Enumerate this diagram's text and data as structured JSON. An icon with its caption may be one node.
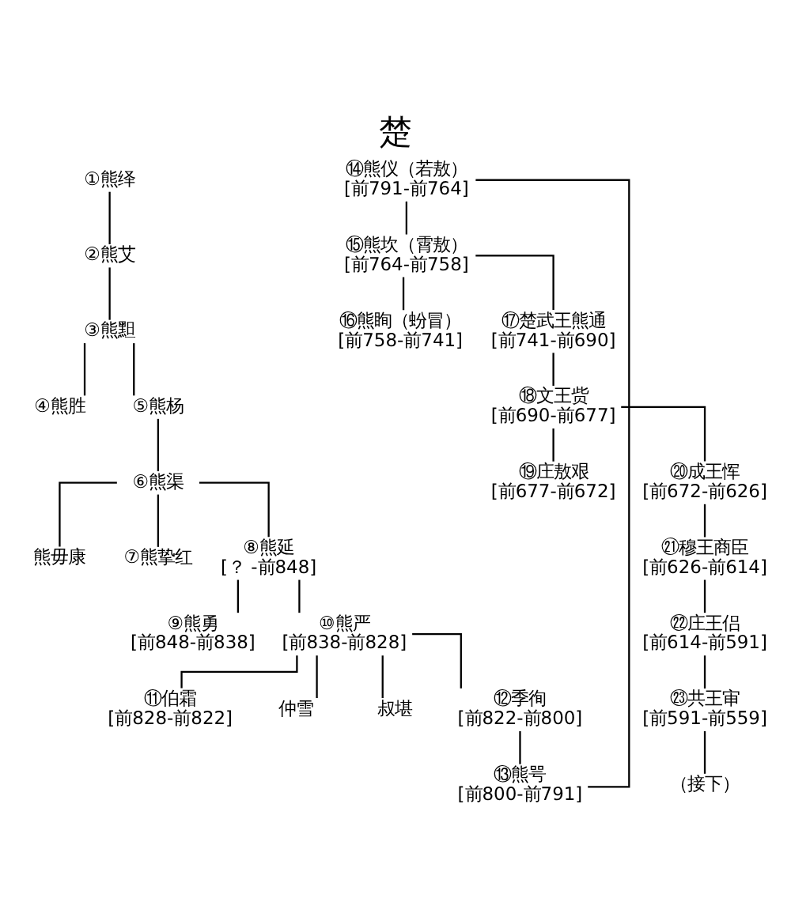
{
  "diagram": {
    "title": "楚",
    "nodes": [
      {
        "text": [
          "①熊绎"
        ]
      },
      {
        "text": [
          "②熊艾"
        ]
      },
      {
        "text": [
          "③熊䵣"
        ]
      },
      {
        "text": [
          "④熊胜"
        ]
      },
      {
        "text": [
          "⑤熊杨"
        ]
      },
      {
        "text": [
          "⑥熊渠"
        ]
      },
      {
        "text": [
          "熊毋康"
        ]
      },
      {
        "text": [
          "⑦熊挚红"
        ]
      },
      {
        "text": [
          "⑧熊延",
          "[？ -前848]"
        ]
      },
      {
        "text": [
          "⑨熊勇",
          "[前848-前838]"
        ]
      },
      {
        "text": [
          "⑩熊严",
          "[前838-前828]"
        ]
      },
      {
        "text": [
          "⑪伯霜",
          "[前828-前822]"
        ]
      },
      {
        "text": [
          "仲雪"
        ]
      },
      {
        "text": [
          "叔堪"
        ]
      },
      {
        "text": [
          "⑫季徇",
          "[前822-前800]"
        ]
      },
      {
        "text": [
          "⑬熊咢",
          "[前800-前791]"
        ]
      },
      {
        "text": [
          "⑭熊仪（若敖）",
          "[前791-前764]"
        ]
      },
      {
        "text": [
          "⑮熊坎（霄敖）",
          "[前764-前758]"
        ]
      },
      {
        "text": [
          "⑯熊眴（蚡冒）",
          "[前758-前741]"
        ]
      },
      {
        "text": [
          "⑰楚武王熊通",
          "[前741-前690]"
        ]
      },
      {
        "text": [
          "⑱文王赀",
          "[前690-前677]"
        ]
      },
      {
        "text": [
          "⑲庄敖艰",
          "[前677-前672]"
        ]
      },
      {
        "text": [
          "⑳成王恽",
          "[前672-前626]"
        ]
      },
      {
        "text": [
          "㉑穆王商臣",
          "[前626-前614]"
        ]
      },
      {
        "text": [
          "㉒庄王侣",
          "[前614-前591]"
        ]
      },
      {
        "text": [
          "㉓共王审",
          "[前591-前559]"
        ]
      },
      {
        "text": [
          "（接下）"
        ]
      }
    ],
    "edges": [
      {
        "from": 0,
        "to": 1,
        "arrow": "none"
      },
      {
        "from": 1,
        "to": 2,
        "arrow": "none"
      },
      {
        "from": 2,
        "to": 3,
        "arrow": "none"
      },
      {
        "from": 2,
        "to": 4,
        "arrow": "none"
      },
      {
        "from": 4,
        "to": 5,
        "arrow": "none"
      },
      {
        "from": 5,
        "to": 6,
        "arrow": "none"
      },
      {
        "from": 5,
        "to": 7,
        "arrow": "none"
      },
      {
        "from": 5,
        "to": 8,
        "arrow": "none"
      },
      {
        "from": 8,
        "to": 9,
        "arrow": "none"
      },
      {
        "from": 8,
        "to": 10,
        "arrow": "none"
      },
      {
        "from": 10,
        "to": 11,
        "arrow": "none"
      },
      {
        "from": 10,
        "to": 12,
        "arrow": "none"
      },
      {
        "from": 10,
        "to": 13,
        "arrow": "none"
      },
      {
        "from": 10,
        "to": 14,
        "arrow": "none"
      },
      {
        "from": 14,
        "to": 15,
        "arrow": "none"
      },
      {
        "from": 15,
        "to": 16,
        "arrow": "none"
      },
      {
        "from": 16,
        "to": 17,
        "arrow": "none"
      },
      {
        "from": 17,
        "to": 18,
        "arrow": "none"
      },
      {
        "from": 17,
        "to": 19,
        "arrow": "none"
      },
      {
        "from": 19,
        "to": 20,
        "arrow": "none"
      },
      {
        "from": 20,
        "to": 21,
        "arrow": "none"
      },
      {
        "from": 20,
        "to": 22,
        "arrow": "none"
      },
      {
        "from": 22,
        "to": 23,
        "arrow": "none"
      },
      {
        "from": 23,
        "to": 24,
        "arrow": "none"
      },
      {
        "from": 24,
        "to": 25,
        "arrow": "none"
      },
      {
        "from": 25,
        "to": 26,
        "arrow": "none"
      }
    ]
  }
}
